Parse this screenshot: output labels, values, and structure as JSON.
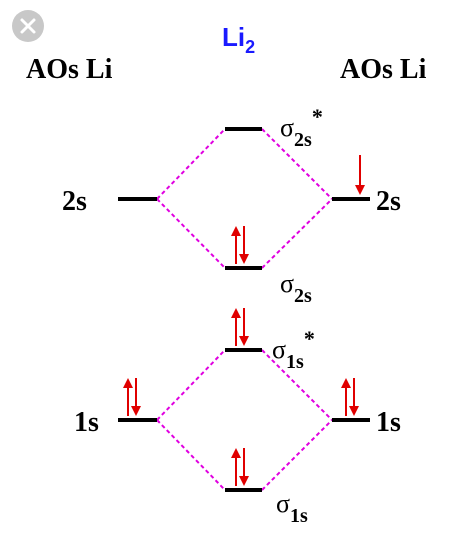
{
  "close_button": {
    "icon": "close-icon",
    "bg_color": "#c8c8c8"
  },
  "diagram": {
    "title": {
      "base": "Li",
      "sub": "2"
    },
    "left_header": "AOs Li",
    "right_header": "AOs Li",
    "colors": {
      "title": "#1a1aff",
      "connector": "#e000e0",
      "arrow": "#e00000",
      "level": "#000000"
    },
    "atomic_orbitals": {
      "left_2s": "2s",
      "right_2s": "2s",
      "left_1s": "1s",
      "right_1s": "1s"
    },
    "molecular_orbitals": {
      "sigma2s_star": {
        "symbol": "σ",
        "sub": "2s",
        "sup": "*"
      },
      "sigma2s": {
        "symbol": "σ",
        "sub": "2s"
      },
      "sigma1s_star": {
        "symbol": "σ",
        "sub": "1s",
        "sup": "*"
      },
      "sigma1s": {
        "symbol": "σ",
        "sub": "1s"
      }
    },
    "electrons": {
      "left_2s": "",
      "right_2s": "down",
      "sigma2s": "pair",
      "sigma2s_star": "",
      "left_1s": "pair",
      "right_1s": "pair",
      "sigma1s_star": "pair",
      "sigma1s": "pair"
    }
  }
}
